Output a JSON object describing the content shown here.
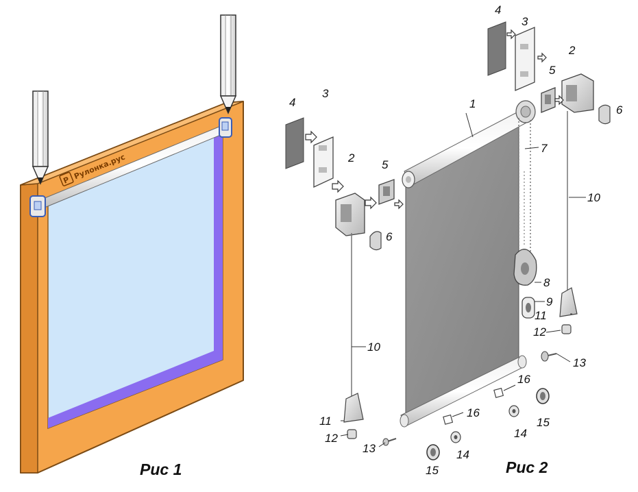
{
  "watermark": {
    "brand_text": "Рулонка.рус",
    "logo_letter": "P"
  },
  "figures": [
    {
      "id": "fig1",
      "caption": "Рис 1"
    },
    {
      "id": "fig2",
      "caption": "Рис 2"
    }
  ],
  "callouts": {
    "1": "1",
    "2": "2",
    "3": "3",
    "4": "4",
    "5": "5",
    "6": "6",
    "7": "7",
    "8": "8",
    "9": "9",
    "10": "10",
    "11": "11",
    "12": "12",
    "13": "13",
    "14": "14",
    "15": "15",
    "16": "16"
  },
  "colors": {
    "frame": "#f5a54b",
    "frame_edge": "#c9772a",
    "glass": "#cfe6fa",
    "glass_inner": "#8a6cf0",
    "fabric": "#8f8f8f",
    "parts": "#d9d9d9"
  }
}
